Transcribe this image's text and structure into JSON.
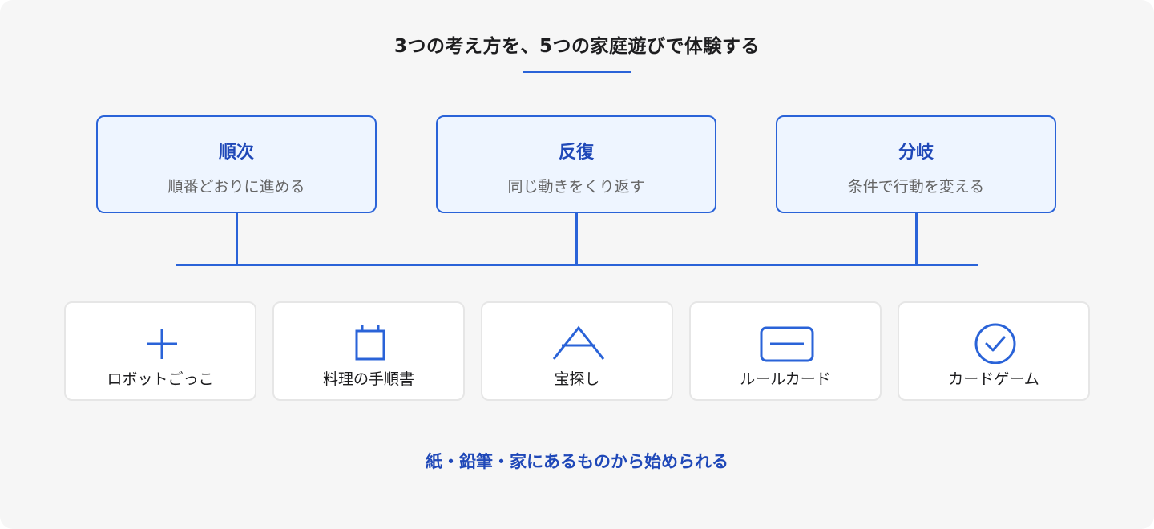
{
  "title": "3つの考え方を、5つの家庭遊びで体験する",
  "concepts": [
    {
      "name": "順次",
      "description": "順番どおりに進める"
    },
    {
      "name": "反復",
      "description": "同じ動きをくり返す"
    },
    {
      "name": "分岐",
      "description": "条件で行動を変える"
    }
  ],
  "activities": [
    {
      "label": "ロボットごっこ",
      "icon": "plus-icon"
    },
    {
      "label": "料理の手順書",
      "icon": "clipboard-icon"
    },
    {
      "label": "宝探し",
      "icon": "tent-icon"
    },
    {
      "label": "ルールカード",
      "icon": "card-icon"
    },
    {
      "label": "カードゲーム",
      "icon": "check-circle-icon"
    }
  ],
  "footer": "紙・鉛筆・家にあるものから始められる",
  "colors": {
    "accent": "#2a63d8",
    "accent_text": "#1f48b8",
    "concept_fill": "#eef5ff",
    "background": "#f6f6f6"
  }
}
